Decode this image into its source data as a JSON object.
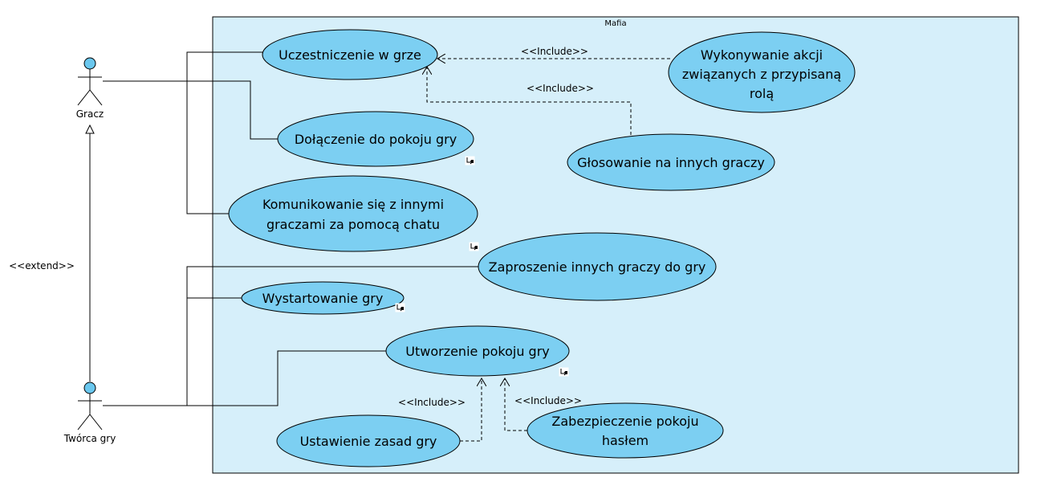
{
  "system": {
    "title": "Mafia"
  },
  "actors": {
    "player": {
      "label": "Gracz"
    },
    "creator": {
      "label": "Twórca gry"
    }
  },
  "use_cases": {
    "participate": {
      "label": "Uczestniczenie w grze"
    },
    "join_room": {
      "label": "Dołączenie do pokoju gry"
    },
    "chat": {
      "line1": "Komunikowanie się z innymi",
      "line2": "graczami za pomocą chatu"
    },
    "role_actions": {
      "line1": "Wykonywanie akcji",
      "line2": "związanych z przypisaną",
      "line3": "rolą"
    },
    "vote": {
      "label": "Głosowanie na innych graczy"
    },
    "invite": {
      "label": "Zaproszenie innych graczy do gry"
    },
    "start": {
      "label": "Wystartowanie gry"
    },
    "create_room": {
      "label": "Utworzenie pokoju gry"
    },
    "set_rules": {
      "label": "Ustawienie zasad gry"
    },
    "password": {
      "line1": "Zabezpieczenie pokoju",
      "line2": "hasłem"
    }
  },
  "relations": {
    "include_label": "<<Include>>",
    "extend_label": "<<extend>>"
  },
  "colors": {
    "system_fill": "#d6effa",
    "use_case_fill": "#7ccff2",
    "actor_fill": "#6ac7ee",
    "stroke": "#000000"
  }
}
